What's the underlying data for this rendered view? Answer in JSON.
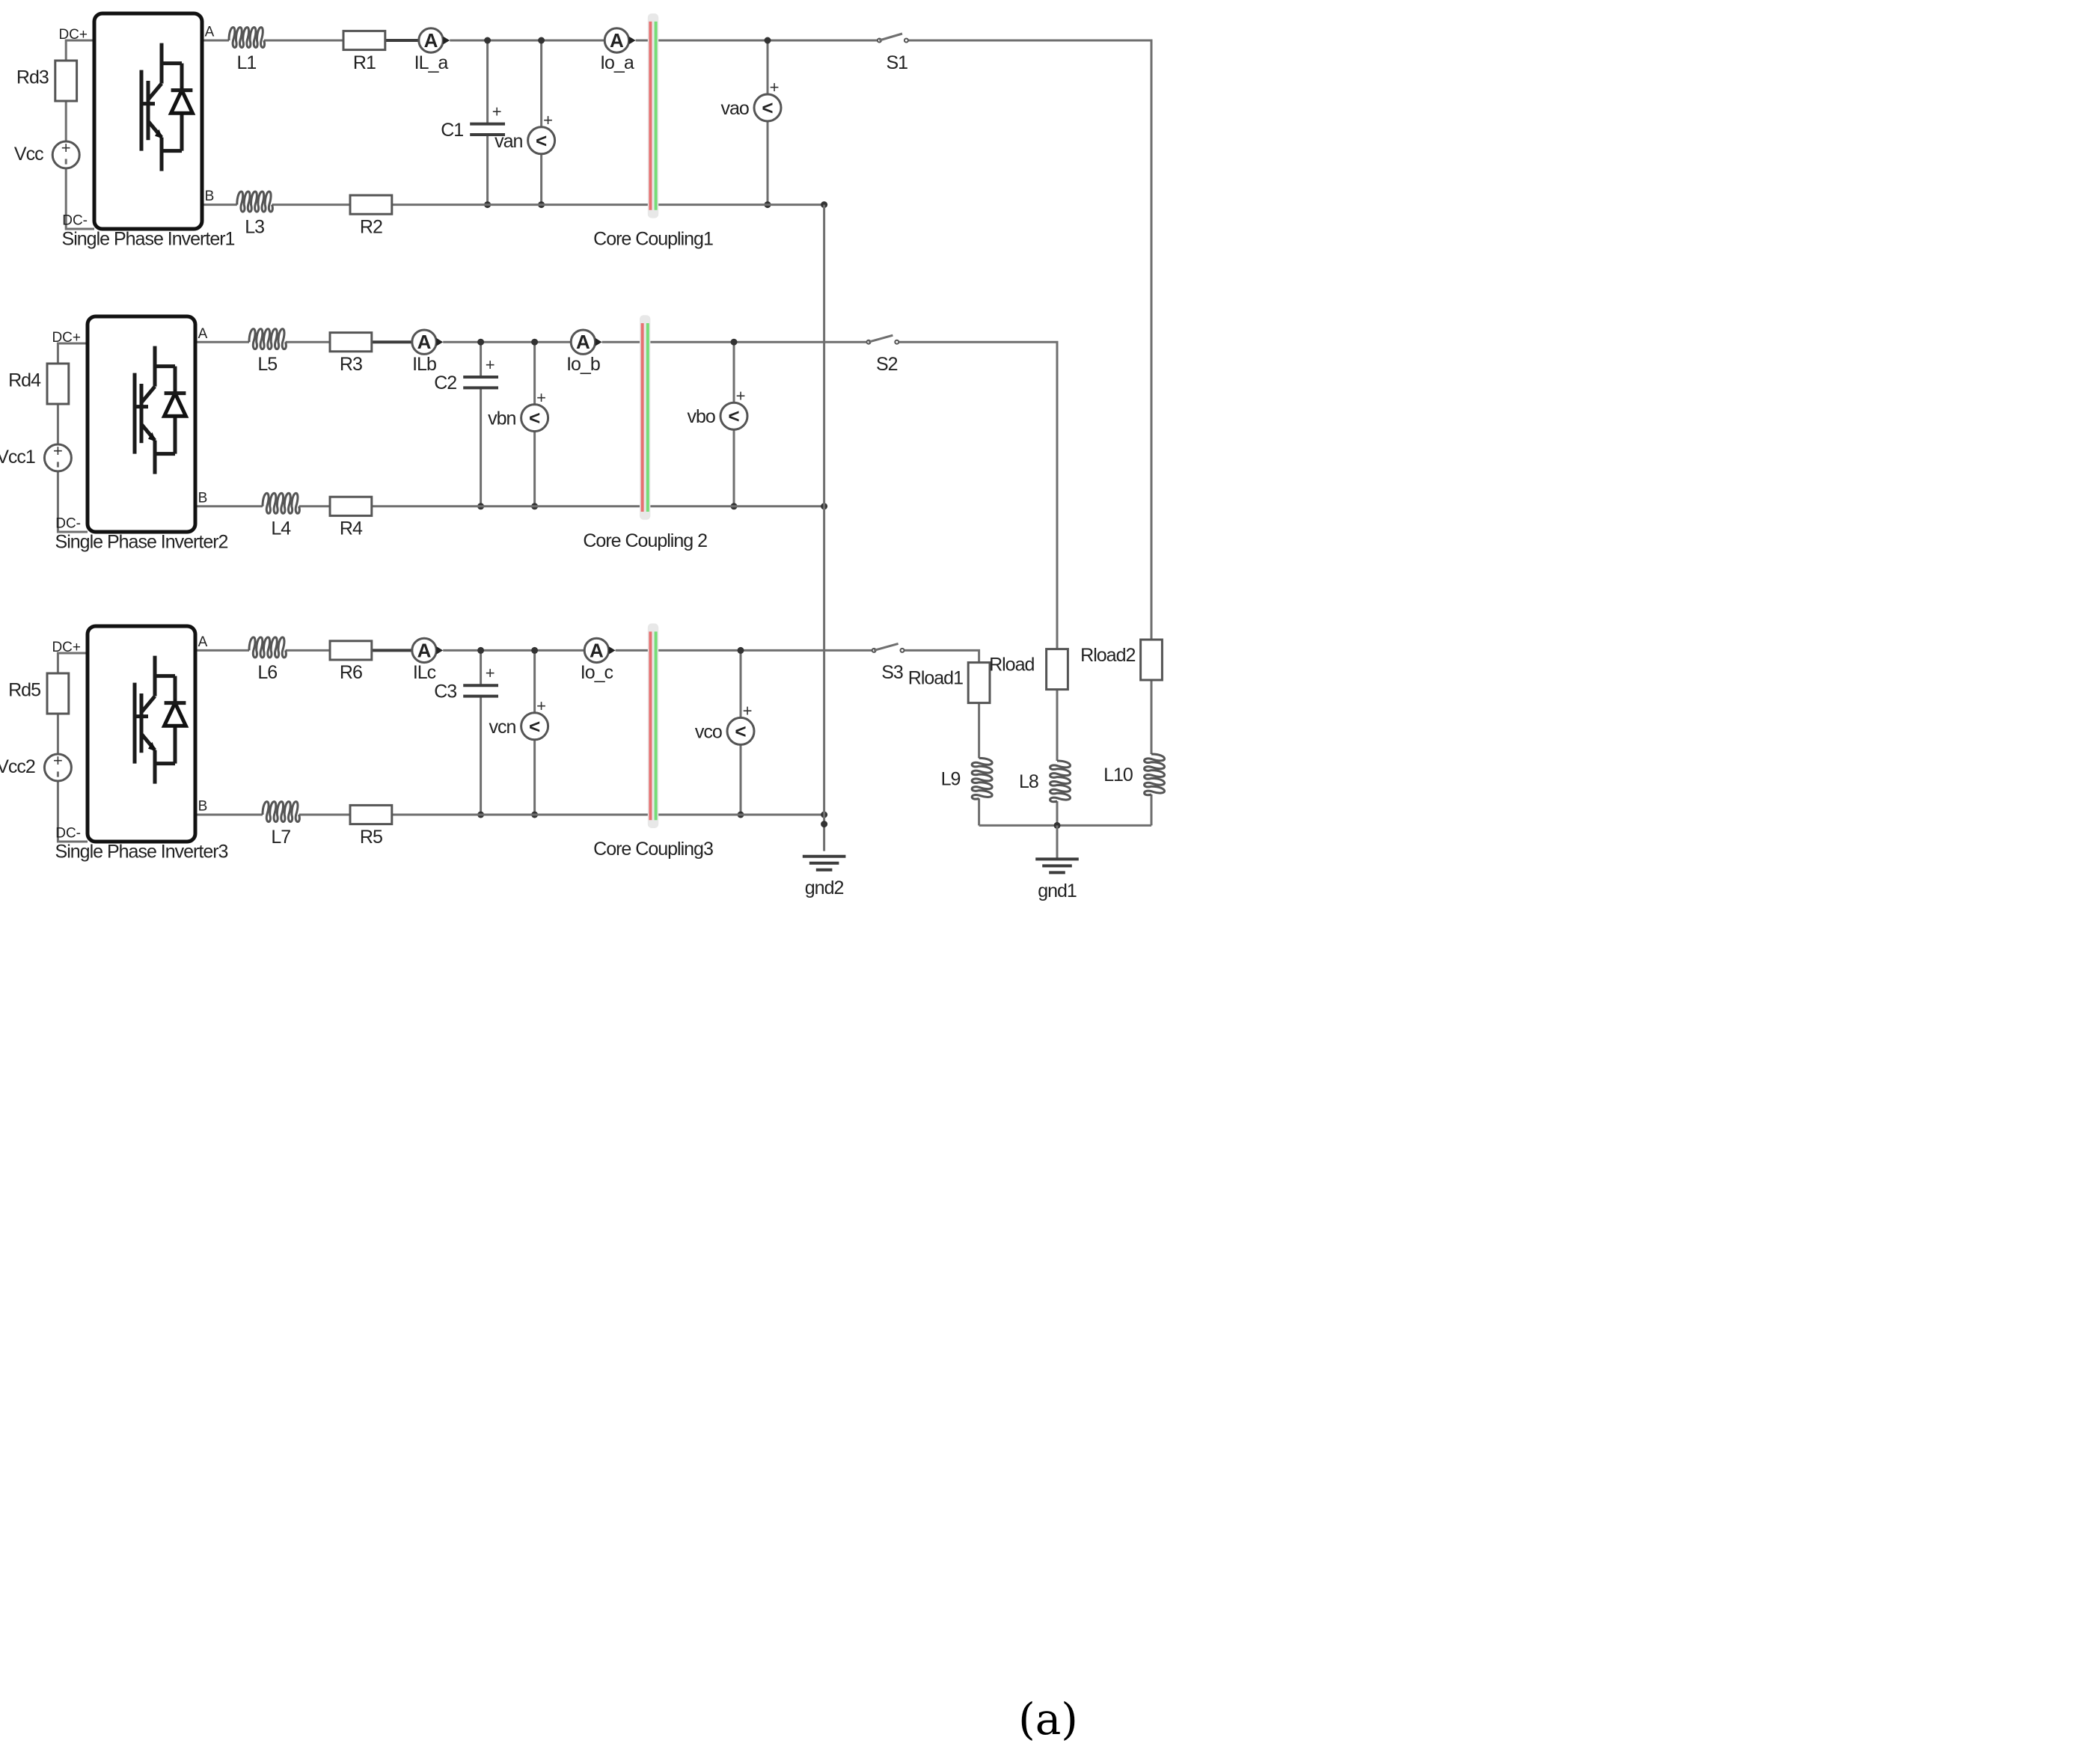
{
  "caption": "(a)",
  "inverters": [
    {
      "name": "Single Phase Inverter1",
      "dc_plus": "DC+",
      "dc_minus": "DC-",
      "pin_a": "A",
      "pin_b": "B",
      "resistor": "Rd3",
      "source": "Vcc"
    },
    {
      "name": "Single Phase Inverter2",
      "dc_plus": "DC+",
      "dc_minus": "DC-",
      "pin_a": "A",
      "pin_b": "B",
      "resistor": "Rd4",
      "source": "Vcc1"
    },
    {
      "name": "Single Phase Inverter3",
      "dc_plus": "DC+",
      "dc_minus": "DC-",
      "pin_a": "A",
      "pin_b": "B",
      "resistor": "Rd5",
      "source": "Vcc2"
    }
  ],
  "phases": [
    {
      "l_top": "L1",
      "r_top": "R1",
      "amp1": "IL_a",
      "cap": "C1",
      "volt1": "van",
      "amp2": "Io_a",
      "coupling": "Core Coupling1",
      "volt2": "vao",
      "switch": "S1",
      "l_bot": "L3",
      "r_bot": "R2"
    },
    {
      "l_top": "L5",
      "r_top": "R3",
      "amp1": "ILb",
      "cap": "C2",
      "volt1": "vbn",
      "amp2": "Io_b",
      "coupling": "Core Coupling 2",
      "volt2": "vbo",
      "switch": "S2",
      "l_bot": "L4",
      "r_bot": "R4"
    },
    {
      "l_top": "L6",
      "r_top": "R6",
      "amp1": "ILc",
      "cap": "C3",
      "volt1": "vcn",
      "amp2": "Io_c",
      "coupling": "Core Coupling3",
      "volt2": "vco",
      "switch": "S3",
      "l_bot": "L7",
      "r_bot": "R5"
    }
  ],
  "loads": [
    {
      "resistor": "Rload1",
      "inductor": "L9"
    },
    {
      "resistor": "Rload",
      "inductor": "L8"
    },
    {
      "resistor": "Rload2",
      "inductor": "L10"
    }
  ],
  "grounds": [
    "gnd2",
    "gnd1"
  ],
  "symbols": {
    "ammeter": "A",
    "voltmeter": "<",
    "plus": "+"
  },
  "colors": {
    "wire": "#6f6f6f",
    "coupling_red": "#e87070",
    "coupling_green": "#77dd77",
    "coupling_bg": "#e8e8e8"
  }
}
